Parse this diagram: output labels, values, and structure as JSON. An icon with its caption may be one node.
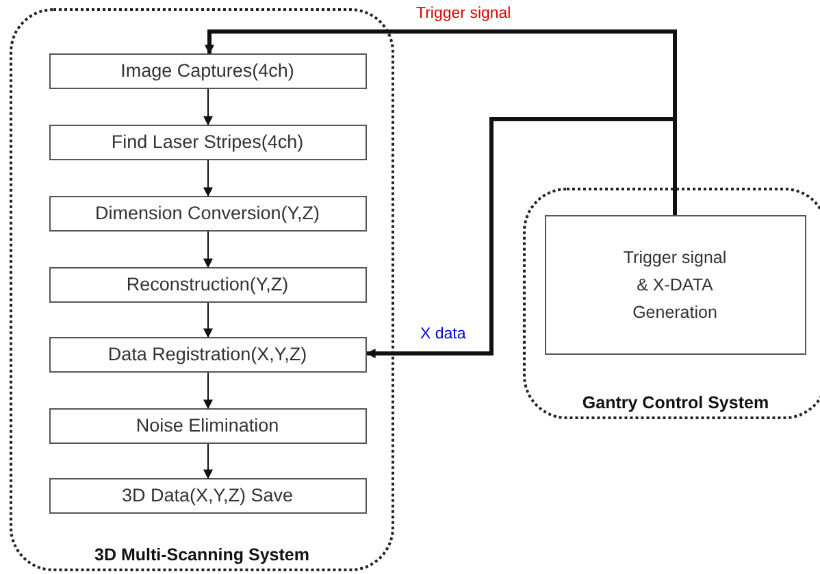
{
  "diagram": {
    "nodes": [
      {
        "text": [
          "3D Multi-Scanning System"
        ]
      },
      {
        "text": [
          "Image Captures(4ch)"
        ],
        "in": 0
      },
      {
        "text": [
          "Find Laser Stripes(4ch)"
        ],
        "in": 0
      },
      {
        "text": [
          "Dimension Conversion(Y,Z)"
        ],
        "in": 0
      },
      {
        "text": [
          "Reconstruction(Y,Z)"
        ],
        "in": 0
      },
      {
        "text": [
          "Data Registration(X,Y,Z)"
        ],
        "in": 0
      },
      {
        "text": [
          "Noise Elimination"
        ],
        "in": 0
      },
      {
        "text": [
          "3D Data(X,Y,Z) Save"
        ],
        "in": 0
      },
      {
        "text": [
          "Gantry Control System"
        ]
      },
      {
        "text": [
          "Trigger signal & X-DATA Generation"
        ],
        "in": 8
      }
    ],
    "edges": [
      {
        "from": 1,
        "to": 2,
        "arrow": "to"
      },
      {
        "from": 2,
        "to": 3,
        "arrow": "to"
      },
      {
        "from": 3,
        "to": 4,
        "arrow": "to"
      },
      {
        "from": 4,
        "to": 5,
        "arrow": "to"
      },
      {
        "from": 5,
        "to": 6,
        "arrow": "to"
      },
      {
        "from": 6,
        "to": 7,
        "arrow": "to"
      },
      {
        "from": 9,
        "to": 1,
        "arrow": "to",
        "label": "Trigger signal",
        "style": "thick"
      },
      {
        "from": 9,
        "to": 5,
        "arrow": "to",
        "label": "X data",
        "style": "thick"
      }
    ]
  }
}
